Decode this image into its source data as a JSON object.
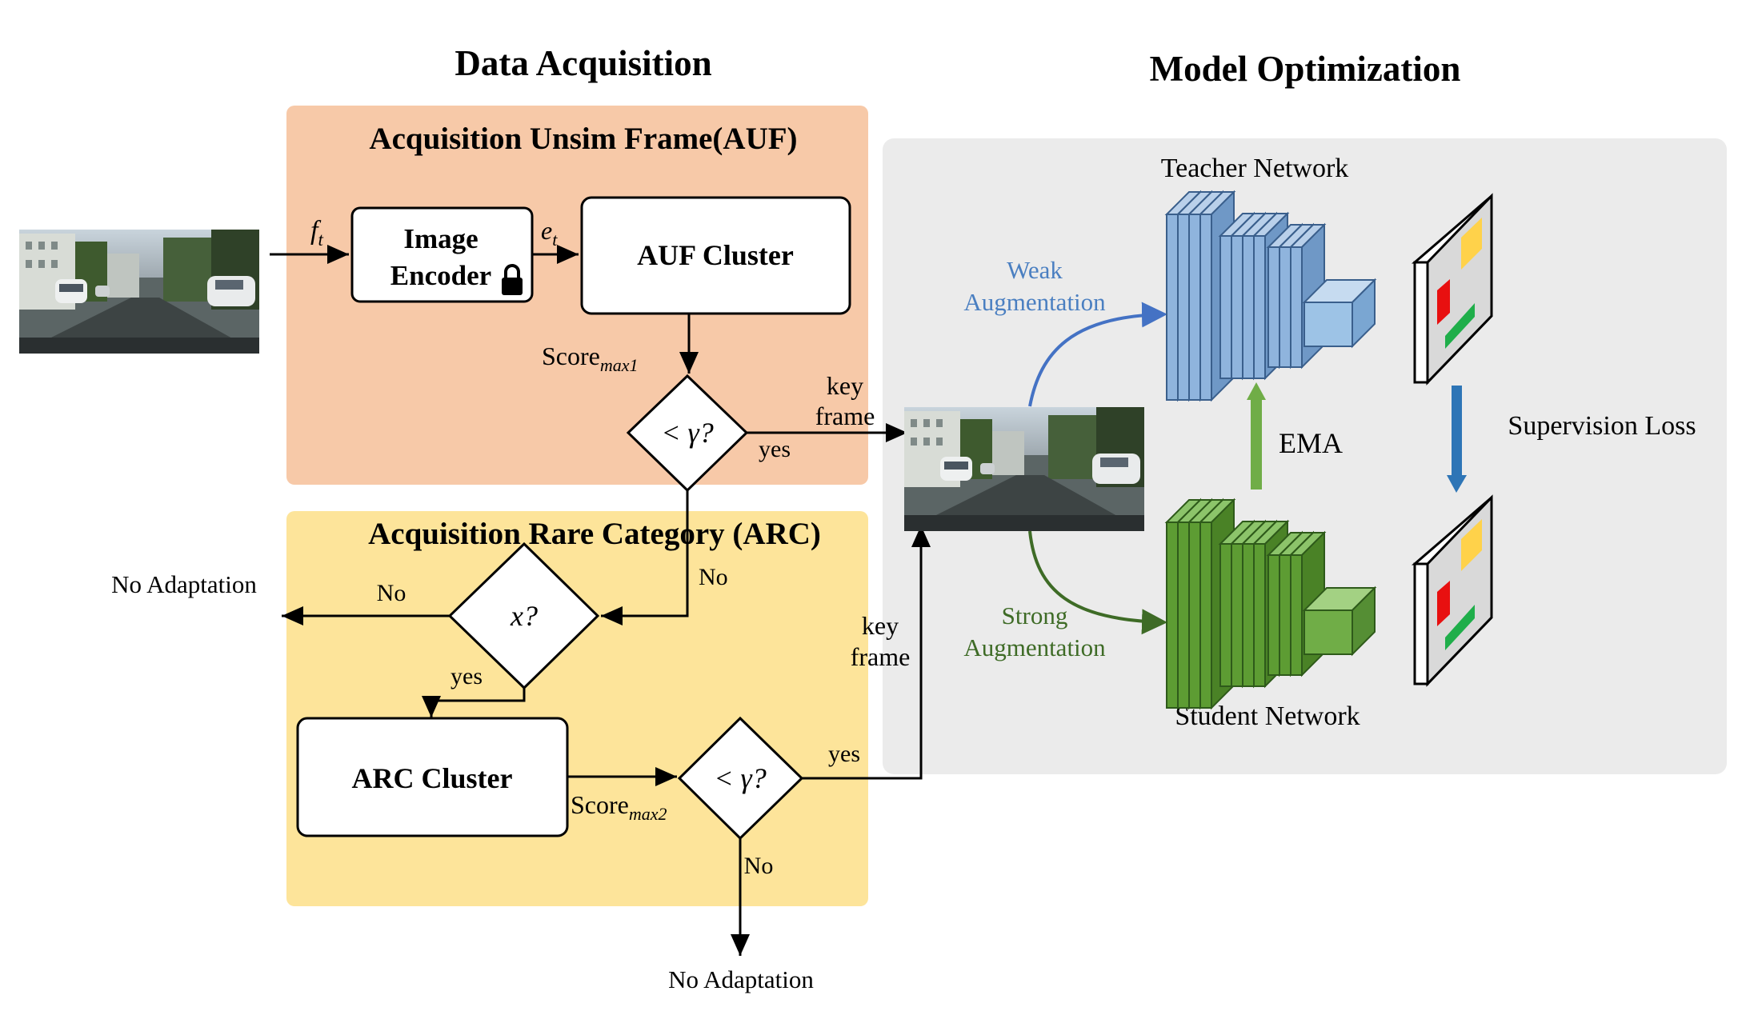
{
  "titles": {
    "data_acquisition": "Data Acquisition",
    "model_optimization": "Model Optimization"
  },
  "auf": {
    "title": "Acquisition Unsim Frame(AUF)",
    "input_label": "f",
    "input_sub": "t",
    "encoder_line1": "Image",
    "encoder_line2": "Encoder",
    "embed_label": "e",
    "embed_sub": "t",
    "cluster": "AUF Cluster",
    "score_label": "Score",
    "score_sub": "max1",
    "decision": "< γ?",
    "yes": "yes",
    "no": "No",
    "key": "key",
    "frame": "frame"
  },
  "arc": {
    "title": "Acquisition Rare Category (ARC)",
    "decision_x": "x?",
    "no_adaptation_left": "No Adaptation",
    "no_left": "No",
    "yes_x": "yes",
    "cluster": "ARC Cluster",
    "score_label": "Score",
    "score_sub": "max2",
    "decision": "< γ?",
    "yes": "yes",
    "no_bottom": "No",
    "no_adaptation_bottom": "No Adaptation",
    "key": "key",
    "frame": "frame"
  },
  "model": {
    "teacher": "Teacher Network",
    "student": "Student Network",
    "weak_line1": "Weak",
    "weak_line2": "Augmentation",
    "strong_line1": "Strong",
    "strong_line2": "Augmentation",
    "ema": "EMA",
    "supervision_loss": "Supervision Loss"
  },
  "colors": {
    "auf_panel": "#f7c9a8",
    "arc_panel": "#fde49a",
    "model_panel": "#ebebeb",
    "teacher_blue": "#8fb4dd",
    "student_green": "#6aac3e",
    "weak_text": "#4a7fc1",
    "strong_text": "#3e6b26",
    "ema_arrow": "#70ad47",
    "loss_arrow": "#2e75b6"
  }
}
